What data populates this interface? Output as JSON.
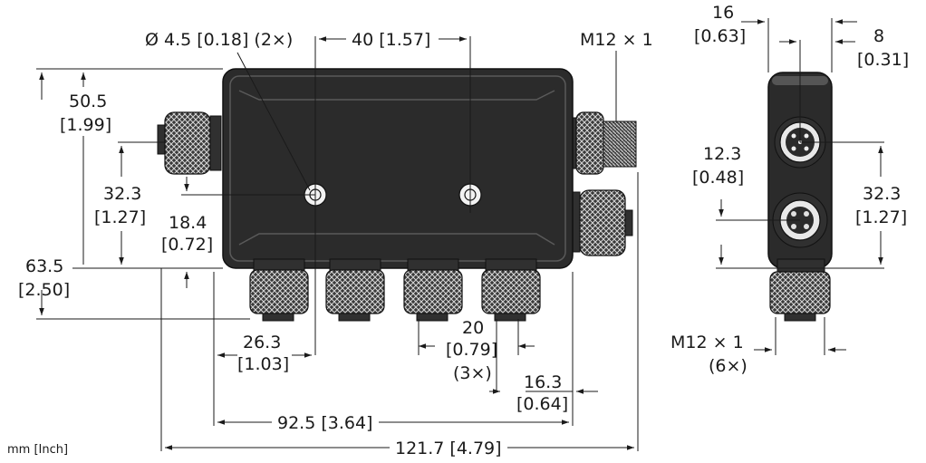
{
  "labels": {
    "hole_dia": "Ø 4.5 [0.18] (2×)",
    "hole_spacing": "40 [1.57]",
    "thread_top": "M12 × 1",
    "h_50_5": "50.5",
    "h_50_5_in": "[1.99]",
    "h_32_3_left": "32.3",
    "h_32_3_left_in": "[1.27]",
    "h_18_4": "18.4",
    "h_18_4_in": "[0.72]",
    "h_63_5": "63.5",
    "h_63_5_in": "[2.50]",
    "w_26_3": "26.3",
    "w_26_3_in": "[1.03]",
    "w_20": "20",
    "w_20_in": "[0.79]",
    "w_20_qty": "(3×)",
    "w_16_3": "16.3",
    "w_16_3_in": "[0.64]",
    "w_92_5": "92.5 [3.64]",
    "w_121_7": "121.7 [4.79]",
    "side_16": "16",
    "side_16_in": "[0.63]",
    "side_8": "8",
    "side_8_in": "[0.31]",
    "side_12_3": "12.3",
    "side_12_3_in": "[0.48]",
    "side_32_3": "32.3",
    "side_32_3_in": "[1.27]",
    "thread_bottom": "M12 × 1",
    "thread_bottom_qty": "(6×)",
    "units": "mm [Inch]"
  }
}
